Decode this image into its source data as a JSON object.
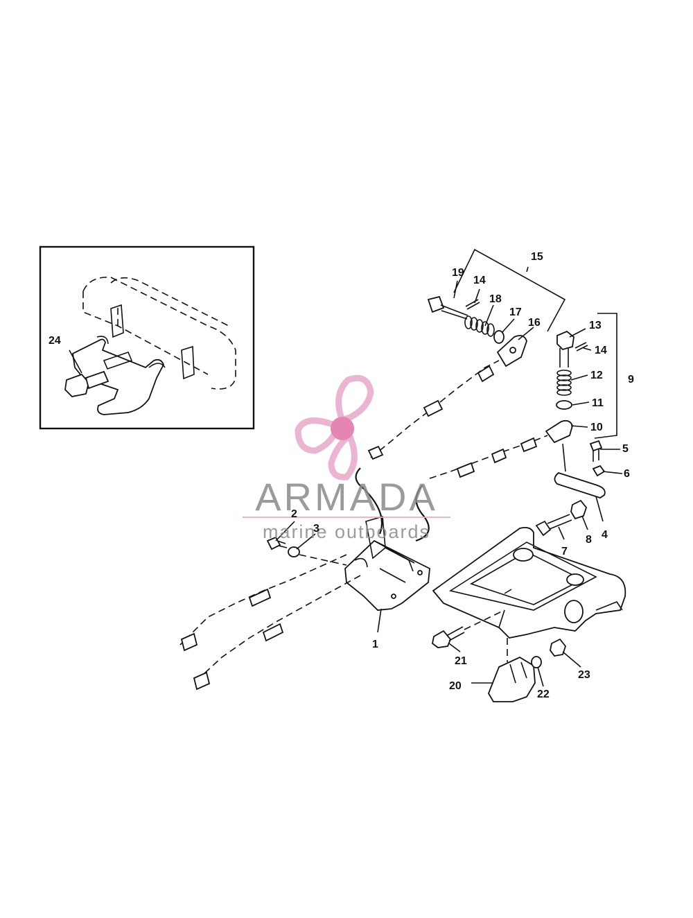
{
  "diagram": {
    "callouts": [
      {
        "id": "c1",
        "text": "1"
      },
      {
        "id": "c2",
        "text": "2"
      },
      {
        "id": "c3",
        "text": "3"
      },
      {
        "id": "c4",
        "text": "4"
      },
      {
        "id": "c5",
        "text": "5"
      },
      {
        "id": "c6",
        "text": "6"
      },
      {
        "id": "c7",
        "text": "7"
      },
      {
        "id": "c8",
        "text": "8"
      },
      {
        "id": "c9",
        "text": "9"
      },
      {
        "id": "c10",
        "text": "10"
      },
      {
        "id": "c11",
        "text": "11"
      },
      {
        "id": "c12",
        "text": "12"
      },
      {
        "id": "c13",
        "text": "13"
      },
      {
        "id": "c14a",
        "text": "14"
      },
      {
        "id": "c14b",
        "text": "14"
      },
      {
        "id": "c15",
        "text": "15"
      },
      {
        "id": "c16",
        "text": "16"
      },
      {
        "id": "c17",
        "text": "17"
      },
      {
        "id": "c18",
        "text": "18"
      },
      {
        "id": "c19",
        "text": "19"
      },
      {
        "id": "c20",
        "text": "20"
      },
      {
        "id": "c21",
        "text": "21"
      },
      {
        "id": "c22",
        "text": "22"
      },
      {
        "id": "c23",
        "text": "23"
      },
      {
        "id": "c24",
        "text": "24"
      }
    ]
  },
  "watermark": {
    "brand": "ARMADA",
    "tagline": "marine outboards",
    "logo_icon": "propeller-logo-icon",
    "colors": {
      "logo_pink": "#e8a8c8",
      "logo_center": "#e070a8",
      "text_gray": "#8a8a8a"
    }
  }
}
